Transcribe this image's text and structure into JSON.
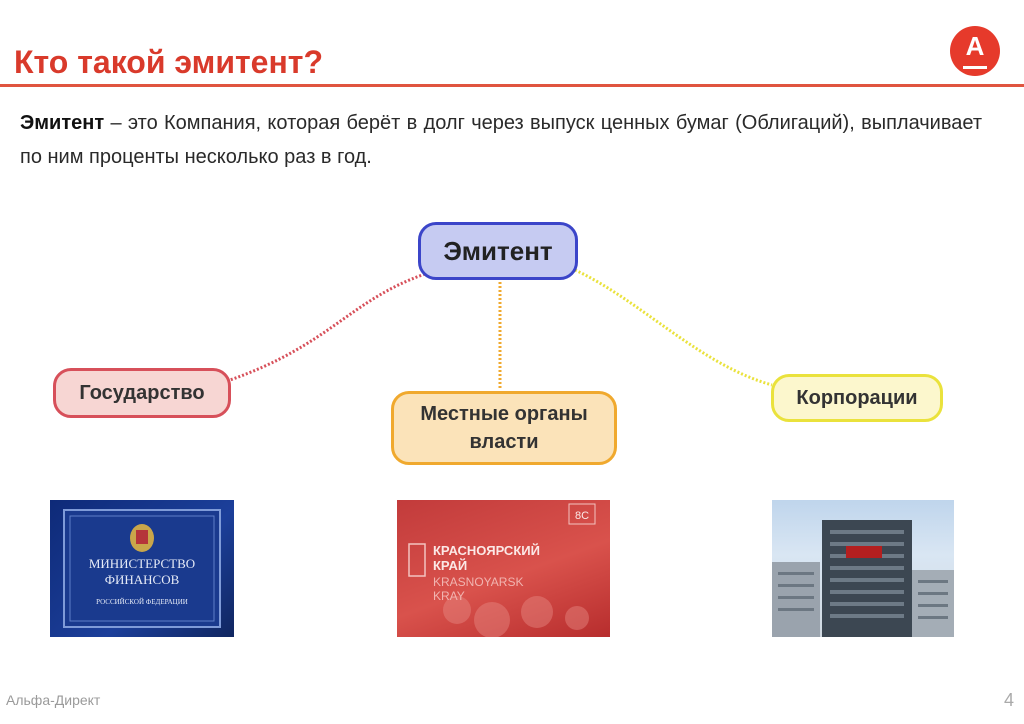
{
  "slide": {
    "title": "Кто такой эмитент?",
    "logo_letter": "А",
    "definition_term": "Эмитент",
    "definition_text": " – это Компания, которая берёт в долг через выпуск ценных бумаг (Облигаций), выплачивает по ним проценты несколько раз в год.",
    "footer_brand": "Альфа-Директ",
    "page_number": "4"
  },
  "diagram": {
    "center": "Эмитент",
    "branches": [
      {
        "label": "Государство",
        "color": "#d7505a"
      },
      {
        "label": "Местные органы власти",
        "color": "#f0a92e"
      },
      {
        "label": "Корпорации",
        "color": "#eae23c"
      }
    ]
  },
  "images": {
    "minfin_lines": [
      "МИНИСТЕРСТВО",
      "ФИНАНСОВ",
      "РОССИЙСКОЙ ФЕДЕРАЦИИ"
    ],
    "kray_lines": [
      "КРАСНОЯРСКИЙ",
      "КРАЙ",
      "KRASNOYARSK",
      "KRAY"
    ],
    "kray_badge": "8С"
  },
  "colors": {
    "accent": "#d93a2b",
    "rule": "#e0543f",
    "center_border": "#3b45c9",
    "center_fill": "#c6cbf2"
  }
}
